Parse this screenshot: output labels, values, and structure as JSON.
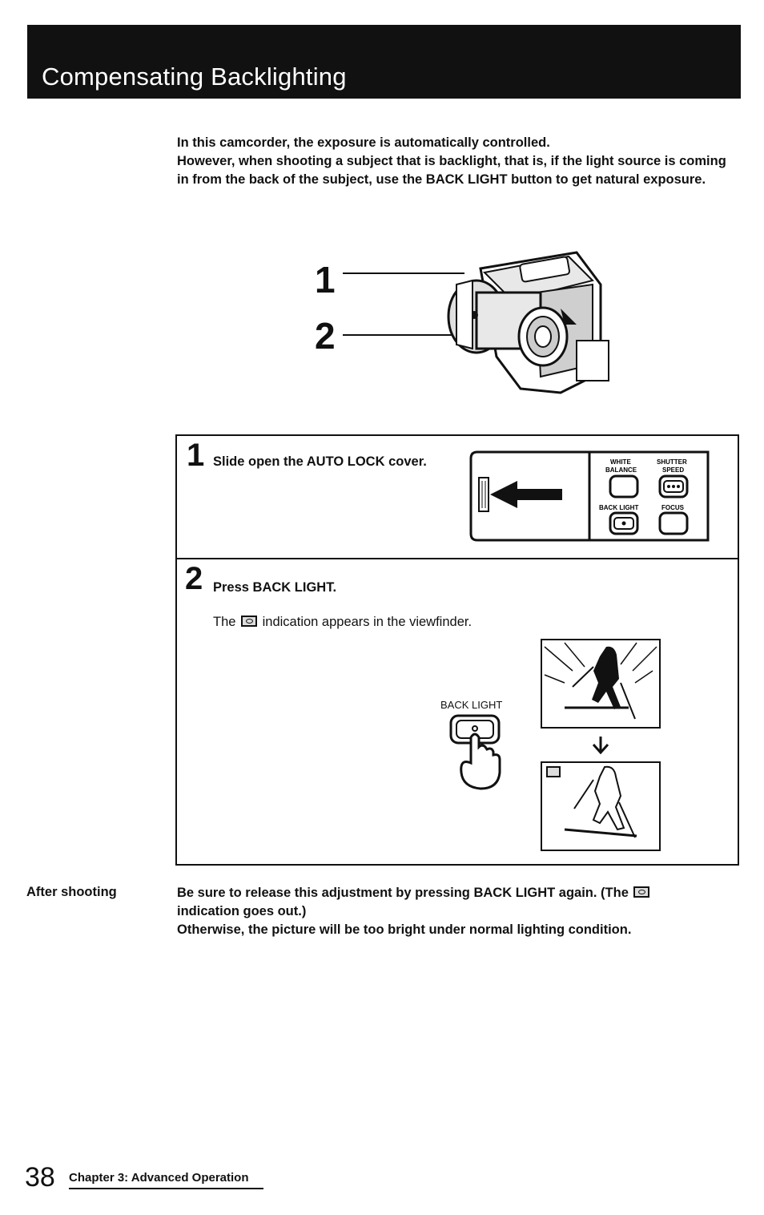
{
  "header": {
    "title": "Compensating Backlighting"
  },
  "intro": {
    "line1": "In this camcorder, the exposure is automatically controlled.",
    "line2": "However, when shooting a subject that is backlight, that is, if the light source is coming in from the back of the subject, use the BACK LIGHT button to get natural exposure."
  },
  "figure": {
    "callout_1": "1",
    "callout_2": "2"
  },
  "steps": [
    {
      "number": "1",
      "text": "Slide open the AUTO LOCK cover.",
      "panel": {
        "white_balance_top": "WHITE",
        "white_balance_bottom": "BALANCE",
        "shutter_speed_top": "SHUTTER",
        "shutter_speed_bottom": "SPEED",
        "back_light": "BACK LIGHT",
        "focus": "FOCUS"
      }
    },
    {
      "number": "2",
      "text": "Press BACK LIGHT.",
      "note_prefix": "The",
      "note_suffix": "indication appears in the viewfinder.",
      "button_label": "BACK LIGHT"
    }
  ],
  "after_shooting": {
    "label": "After shooting",
    "line1_prefix": "Be sure to release this adjustment by pressing BACK LIGHT again. (The",
    "line1_suffix": "indication goes out.)",
    "line2": "Otherwise, the picture will be too bright under normal lighting condition."
  },
  "footer": {
    "page_number": "38",
    "chapter": "Chapter 3: Advanced Operation"
  }
}
